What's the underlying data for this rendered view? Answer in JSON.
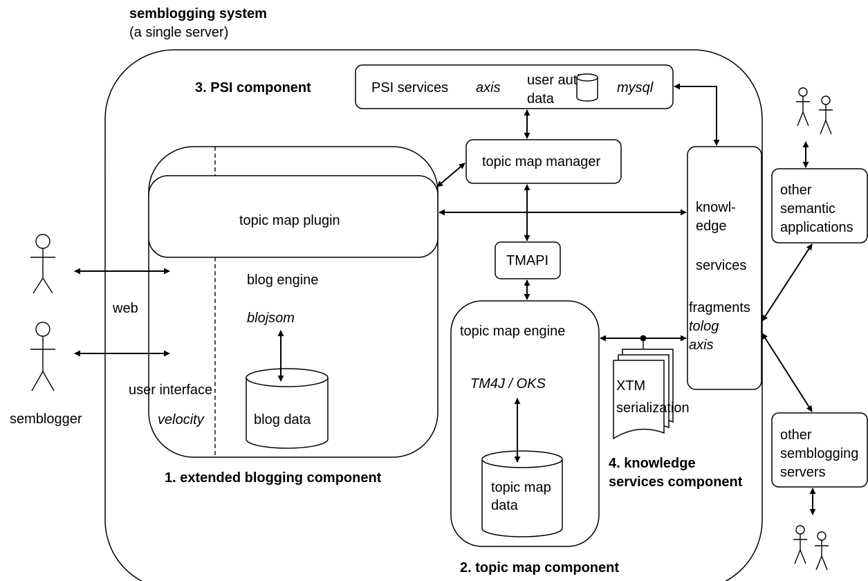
{
  "system": {
    "title": "semblogging system",
    "subtitle": "(a single server)"
  },
  "components": {
    "psi": "3. PSI component",
    "extended_blogging": "1. extended blogging component",
    "topic_map": "2. topic map component",
    "knowledge_line1": "4. knowledge",
    "knowledge_line2": "services component"
  },
  "psi_box": {
    "services": "PSI services",
    "axis": "axis",
    "auth_line1": "user auth",
    "auth_line2": "data",
    "mysql": "mysql"
  },
  "topic_map_manager": "topic map manager",
  "topic_map_plugin": "topic map plugin",
  "blog": {
    "engine": "blog engine",
    "blojsom": "blojsom",
    "data": "blog data",
    "user_interface": "user interface",
    "velocity": "velocity"
  },
  "tmapi": "TMAPI",
  "tm_engine": {
    "title": "topic map engine",
    "impl": "TM4J / OKS",
    "data_line1": "topic map",
    "data_line2": "data"
  },
  "xtm": {
    "line1": "XTM",
    "line2": "serialization"
  },
  "knowledge_services": {
    "line1": "knowl-",
    "line2": "edge",
    "line3": "services",
    "fragments": "fragments",
    "tolog": "tolog",
    "axis": "axis"
  },
  "actors": {
    "web": "web",
    "semblogger": "semblogger"
  },
  "external": {
    "semantic": [
      "other",
      "semantic",
      "applications"
    ],
    "servers": [
      "other",
      "semblogging",
      "servers"
    ]
  }
}
